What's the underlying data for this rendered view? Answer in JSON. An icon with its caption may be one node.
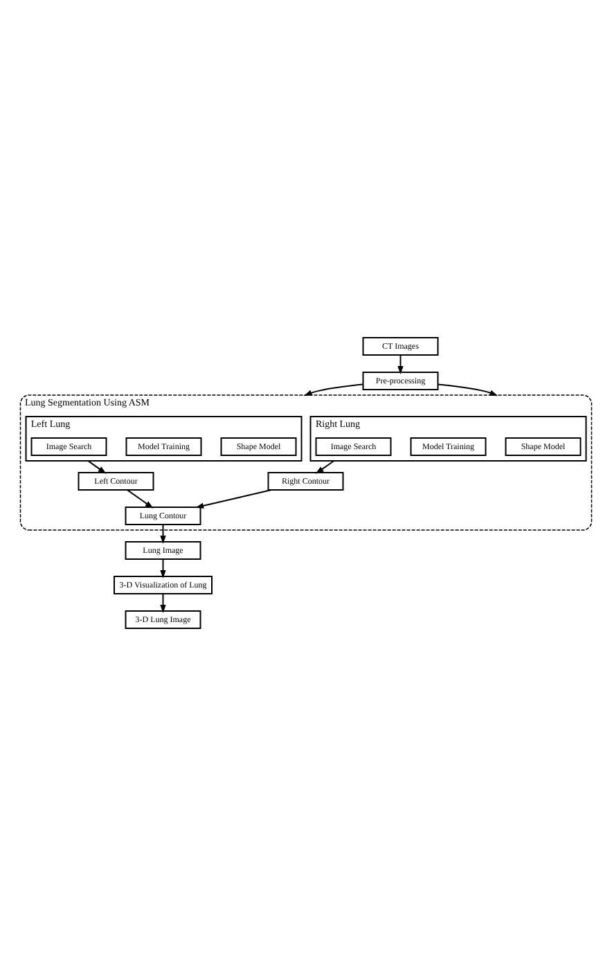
{
  "diagram": {
    "nodes": [
      {
        "text": [
          "CT Images"
        ]
      },
      {
        "text": [
          "Pre-processing"
        ]
      },
      {
        "text": [
          "Lung Segmentation Using ASM"
        ]
      },
      {
        "text": [
          "Right Lung"
        ],
        "in": 2
      },
      {
        "text": [
          "Shape Model"
        ],
        "in": 3
      },
      {
        "text": [
          "Model Training"
        ],
        "in": 3
      },
      {
        "text": [
          "Image Search"
        ],
        "in": 3
      },
      {
        "text": [
          "Left Lung"
        ],
        "in": 2
      },
      {
        "text": [
          "Shape Model"
        ],
        "in": 7
      },
      {
        "text": [
          "Model Training"
        ],
        "in": 7
      },
      {
        "text": [
          "Image Search"
        ],
        "in": 7
      },
      {
        "text": [
          "Right Contour"
        ],
        "in": 2
      },
      {
        "text": [
          "Left Contour"
        ],
        "in": 2
      },
      {
        "text": [
          "Lung Contour"
        ],
        "in": 2
      },
      {
        "text": [
          "Lung Image"
        ]
      },
      {
        "text": [
          "3-D Visualization of Lung"
        ]
      },
      {
        "text": [
          "3-D Lung Image"
        ]
      }
    ],
    "edges": [
      {
        "from": 0,
        "to": 1,
        "arrow": "to"
      },
      {
        "from": 1,
        "to": 2,
        "arrow": "to"
      },
      {
        "from": 1,
        "to": 2,
        "arrow": "to"
      },
      {
        "from": 3,
        "to": 11,
        "arrow": "to"
      },
      {
        "from": 7,
        "to": 12,
        "arrow": "to"
      },
      {
        "from": 11,
        "to": 13,
        "arrow": "to"
      },
      {
        "from": 12,
        "to": 13,
        "arrow": "to"
      },
      {
        "from": 13,
        "to": 14,
        "arrow": "to"
      },
      {
        "from": 14,
        "to": 15,
        "arrow": "to"
      },
      {
        "from": 15,
        "to": 16,
        "arrow": "to"
      }
    ]
  }
}
